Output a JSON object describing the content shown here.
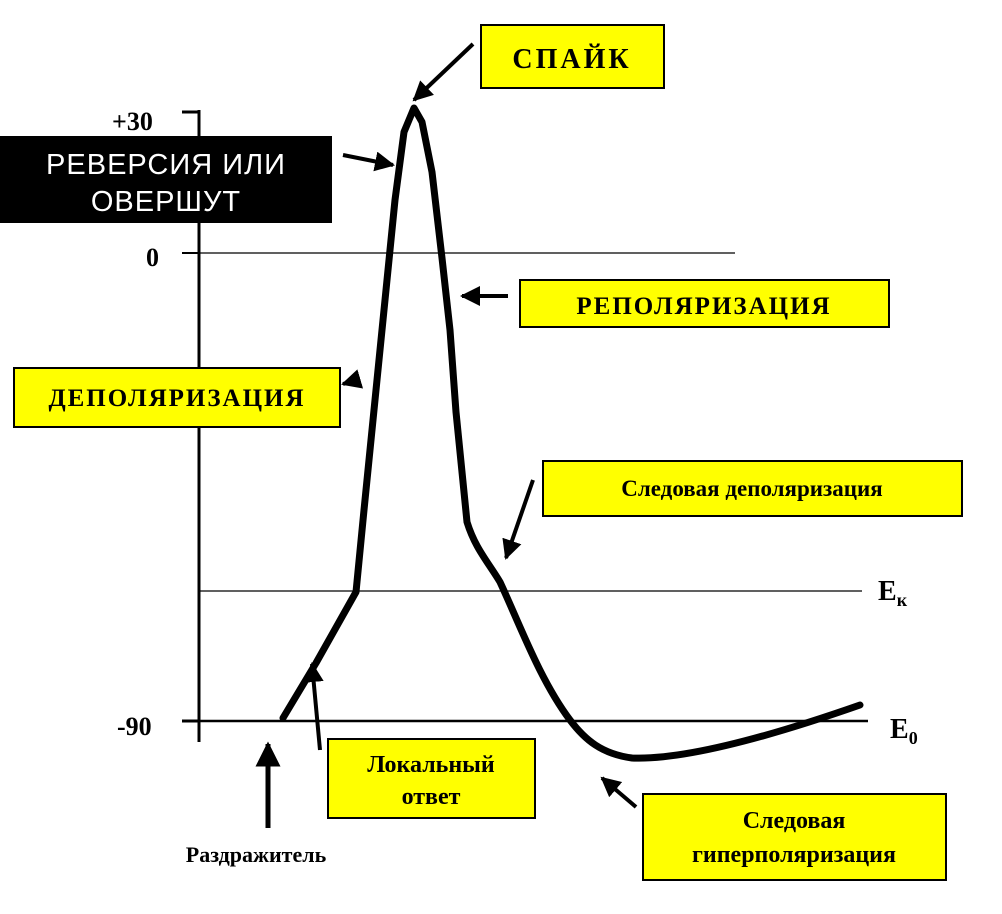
{
  "axis": {
    "tick_plus30": "+30",
    "tick_zero": "0",
    "tick_minus90": "-90"
  },
  "levels": {
    "ek_main": "E",
    "ek_sub": "к",
    "e0_main": "E",
    "e0_sub": "0"
  },
  "labels": {
    "spike": "СПАЙК",
    "reversion_line1": "РЕВЕРСИЯ ИЛИ",
    "reversion_line2": "ОВЕРШУТ",
    "repolarization": "РЕПОЛЯРИЗАЦИЯ",
    "depolarization": "ДЕПОЛЯРИЗАЦИЯ",
    "trace_depolarization": "Следовая деполяризация",
    "local_response_line1": "Локальный",
    "local_response_line2": "ответ",
    "trace_hyper_line1": "Следовая",
    "trace_hyper_line2": "гиперполяризация",
    "stimulus": "Раздражитель"
  },
  "colors": {
    "label_box": "#ffff00",
    "dark_box": "#000000",
    "curve": "#000000"
  }
}
